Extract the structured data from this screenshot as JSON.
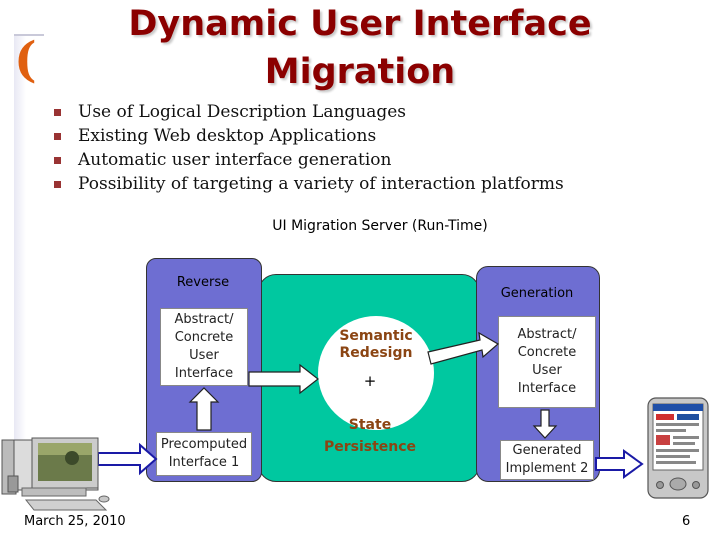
{
  "slide": {
    "title_line1": "Dynamic User Interface",
    "title_line2": "Migration",
    "bullets": [
      "Use of Logical Description Languages",
      "Existing Web desktop Applications",
      "Automatic user interface generation",
      "Possibility of targeting a variety of interaction platforms"
    ],
    "footer_date": "March 25, 2010",
    "page_number": "6"
  },
  "diagram": {
    "server_label": "UI Migration Server (Run-Time)",
    "reverse": {
      "label": "Reverse",
      "top_box_lines": [
        "Abstract/",
        "Concrete",
        "User",
        "Interface"
      ],
      "bottom_box_lines": [
        "Precomputed",
        "Interface 1"
      ]
    },
    "center": {
      "semantic_lines": [
        "Semantic",
        "Redesign"
      ],
      "plus": "+",
      "state_lines": [
        "State",
        "Persistence"
      ]
    },
    "generation": {
      "label": "Generation",
      "top_box_lines": [
        "Abstract/",
        "Concrete",
        "User",
        "Interface"
      ],
      "bottom_box_lines": [
        "Generated",
        "Implement 2"
      ]
    },
    "devices": [
      "desktop-computer",
      "pda"
    ]
  },
  "colors": {
    "title": "#8b0000",
    "bullet_marker": "#993333",
    "panel_teal": "#00c8a0",
    "side_purple": "#6e6ed2",
    "semantic_text": "#8b4513",
    "arrow_fill": "#ffffff"
  }
}
